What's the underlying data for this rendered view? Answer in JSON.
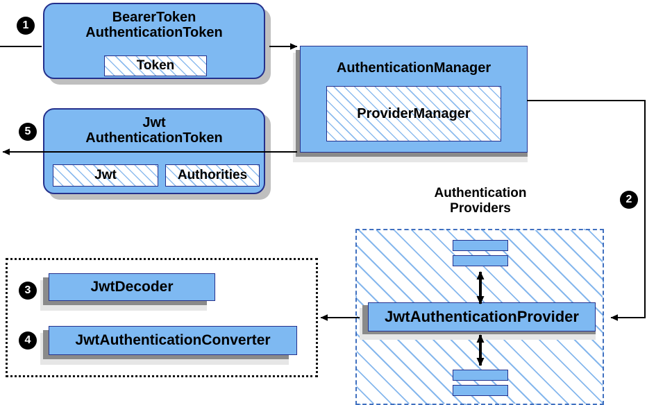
{
  "diagram": {
    "title": "Spring Security JWT Bearer Token Authentication Flow",
    "colors": {
      "node_fill": "#7EB9F2",
      "node_border": "#24308C",
      "hatch_line": "#78AFEB",
      "shadow_dark": "#8A8A8A",
      "shadow_light": "#E6E6E6",
      "dashed_group_border": "#3F6FBF",
      "dotted_group_border": "#111111",
      "badge_fill": "#000000",
      "badge_text": "#FFFFFF",
      "wire": "#000000"
    },
    "steps": [
      {
        "number": "❶",
        "label": "1"
      },
      {
        "number": "❷",
        "label": "2"
      },
      {
        "number": "❸",
        "label": "3"
      },
      {
        "number": "❹",
        "label": "4"
      },
      {
        "number": "❺",
        "label": "5"
      }
    ],
    "nodes": {
      "bearer_token": {
        "title_line1": "BearerToken",
        "title_line2": "AuthenticationToken",
        "inner": [
          {
            "label": "Token"
          }
        ]
      },
      "jwt_token": {
        "title_line1": "Jwt",
        "title_line2": "AuthenticationToken",
        "inner": [
          {
            "label": "Jwt"
          },
          {
            "label": "Authorities"
          }
        ]
      },
      "authentication_manager": {
        "title": "AuthenticationManager",
        "inner": [
          {
            "label": "ProviderManager"
          }
        ]
      },
      "jwt_authentication_provider": {
        "title": "JwtAuthenticationProvider"
      },
      "jwt_decoder": {
        "title": "JwtDecoder"
      },
      "jwt_authentication_converter": {
        "title": "JwtAuthenticationConverter"
      }
    },
    "groups": {
      "authentication_providers": {
        "label_line1": "Authentication",
        "label_line2": "Providers"
      },
      "jwt_support": {
        "label": ""
      }
    }
  }
}
